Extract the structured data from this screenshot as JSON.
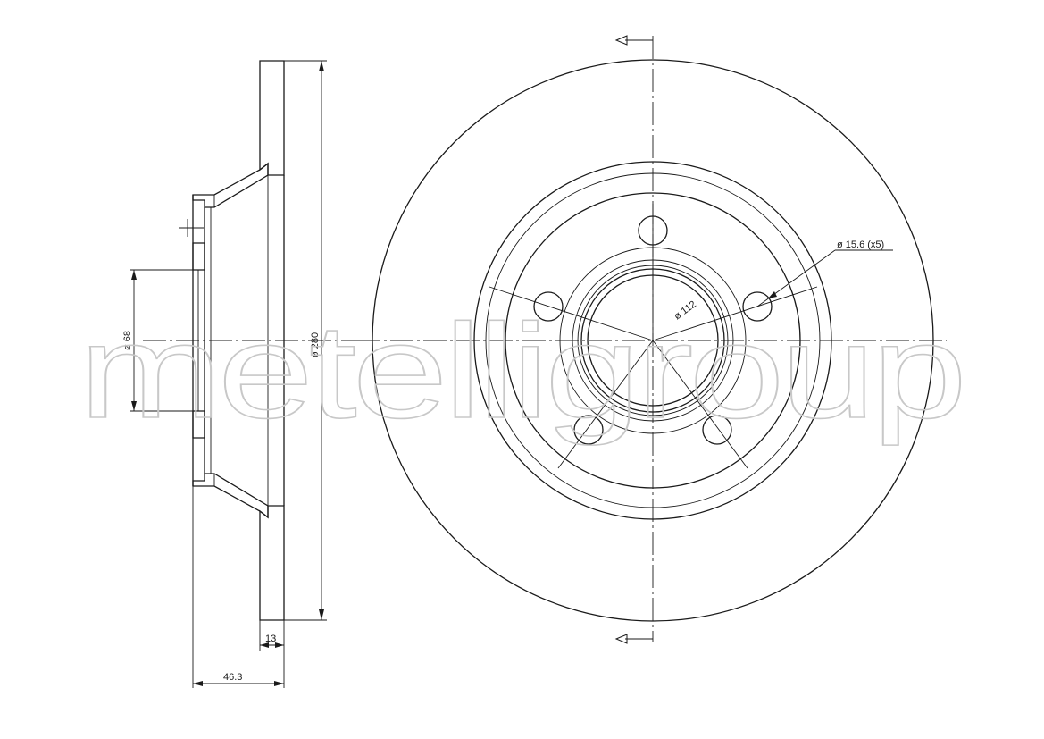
{
  "watermark": {
    "text": "metelligroup"
  },
  "dimensions": {
    "disc_diameter": "ø 280",
    "hub_bore_diameter": "ø 68",
    "bolt_circle_diameter": "ø 112",
    "bolt_hole": "ø 15.6 (x5)",
    "disc_thickness": "13",
    "overall_height": "46.3"
  },
  "colors": {
    "line": "#1a1a1a",
    "watermark": "#c8c8c8"
  }
}
